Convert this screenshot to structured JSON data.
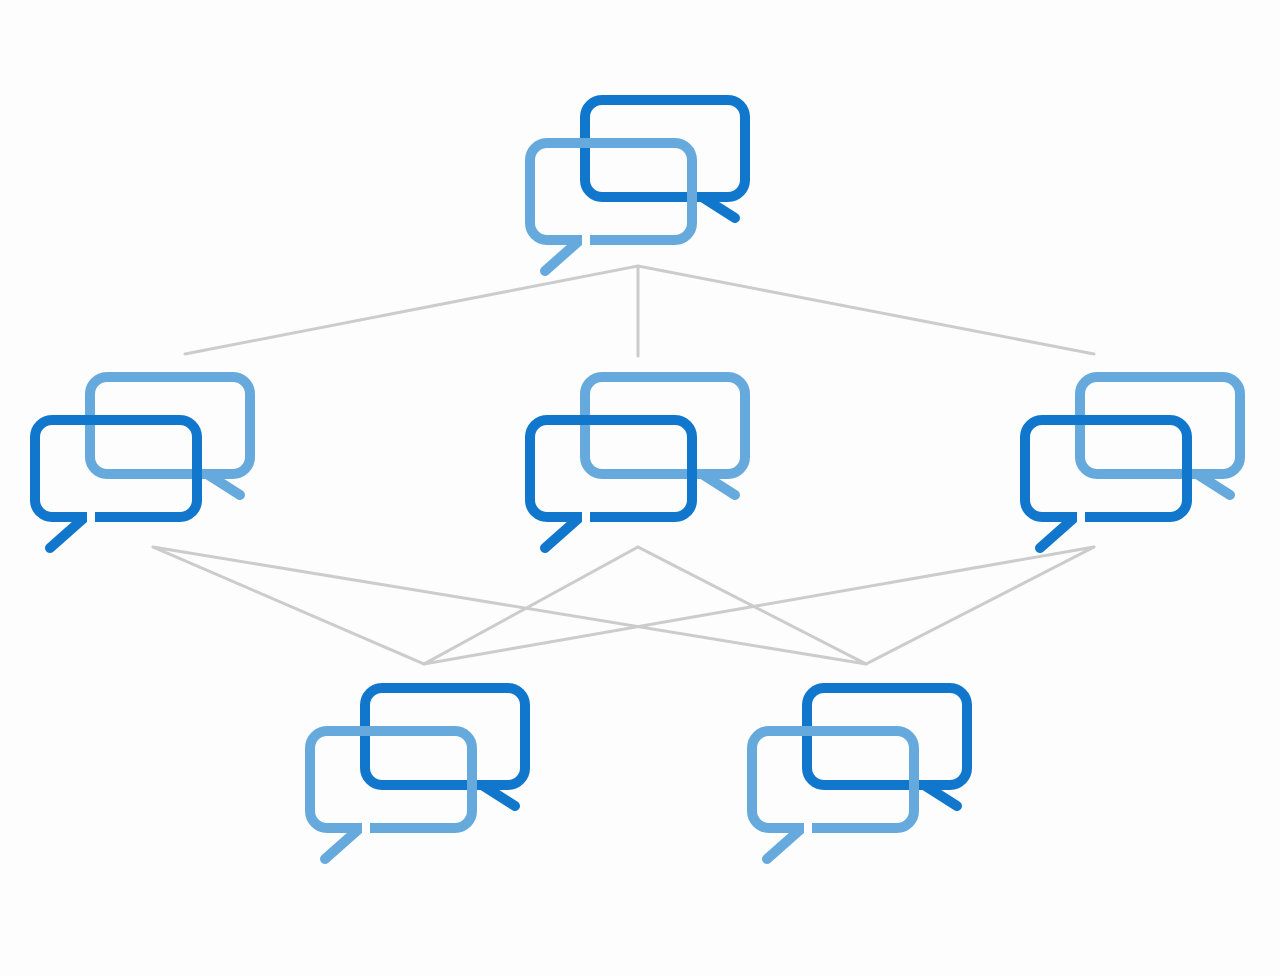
{
  "diagram": {
    "type": "hierarchy",
    "colors": {
      "dark_blue": "#1177cc",
      "light_blue": "#66aadd",
      "edge_gray": "#cccccc",
      "background": "#fdfdfd"
    },
    "levels": [
      {
        "nodes": [
          {
            "id": "top",
            "icon": "chat-bubbles-icon",
            "front_shade": "light",
            "back_shade": "dark"
          }
        ]
      },
      {
        "nodes": [
          {
            "id": "mid-left",
            "icon": "chat-bubbles-icon",
            "front_shade": "dark",
            "back_shade": "light"
          },
          {
            "id": "mid-center",
            "icon": "chat-bubbles-icon",
            "front_shade": "dark",
            "back_shade": "light"
          },
          {
            "id": "mid-right",
            "icon": "chat-bubbles-icon",
            "front_shade": "dark",
            "back_shade": "light"
          }
        ]
      },
      {
        "nodes": [
          {
            "id": "bottom-left",
            "icon": "chat-bubbles-icon",
            "front_shade": "light",
            "back_shade": "dark"
          },
          {
            "id": "bottom-right",
            "icon": "chat-bubbles-icon",
            "front_shade": "light",
            "back_shade": "dark"
          }
        ]
      }
    ],
    "edges": [
      [
        "top",
        "mid-left"
      ],
      [
        "top",
        "mid-center"
      ],
      [
        "top",
        "mid-right"
      ],
      [
        "mid-left",
        "bottom-left"
      ],
      [
        "mid-left",
        "bottom-right"
      ],
      [
        "mid-center",
        "bottom-left"
      ],
      [
        "mid-center",
        "bottom-right"
      ],
      [
        "mid-right",
        "bottom-left"
      ],
      [
        "mid-right",
        "bottom-right"
      ]
    ]
  }
}
